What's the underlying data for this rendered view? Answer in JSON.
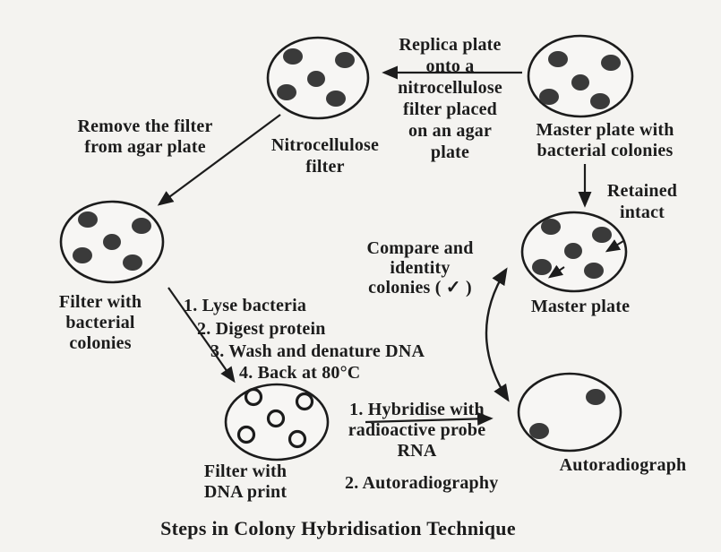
{
  "title": "Steps in Colony Hybridisation Technique",
  "colors": {
    "ink": "#1c1c1c",
    "paper": "#f4f3f0",
    "colony": "#3a3a3a"
  },
  "plates": {
    "master_top_label": {
      "lines": [
        "Master plate with",
        "bacterial colonies"
      ]
    },
    "nitro_label": {
      "lines": [
        "Nitrocellulose",
        "filter"
      ]
    },
    "filter_bacterial_label": {
      "lines": [
        "Filter with",
        "bacterial",
        "colonies"
      ]
    },
    "dna_print_label": {
      "lines": [
        "Filter with",
        "DNA print"
      ]
    },
    "master_right_label": "Master plate",
    "autoradiograph_label": "Autoradiograph"
  },
  "annotations": {
    "replica": {
      "lines": [
        "Replica plate",
        "onto a",
        "nitrocellulose",
        "filter placed",
        "on an agar",
        "plate"
      ]
    },
    "remove": {
      "lines": [
        "Remove the filter",
        "from agar plate"
      ]
    },
    "retained": {
      "lines": [
        "Retained",
        "intact"
      ]
    },
    "steps": [
      "1. Lyse bacteria",
      "2. Digest protein",
      "3. Wash and denature DNA",
      "4. Back at 80°C"
    ],
    "compare": {
      "lines": [
        "Compare and",
        "identity",
        "colonies ( ✓ )"
      ]
    },
    "hybridise": {
      "lines": [
        "1. Hybridise with",
        "radioactive probe",
        "RNA"
      ]
    },
    "autoradiography_step": "2. Autoradiography"
  }
}
